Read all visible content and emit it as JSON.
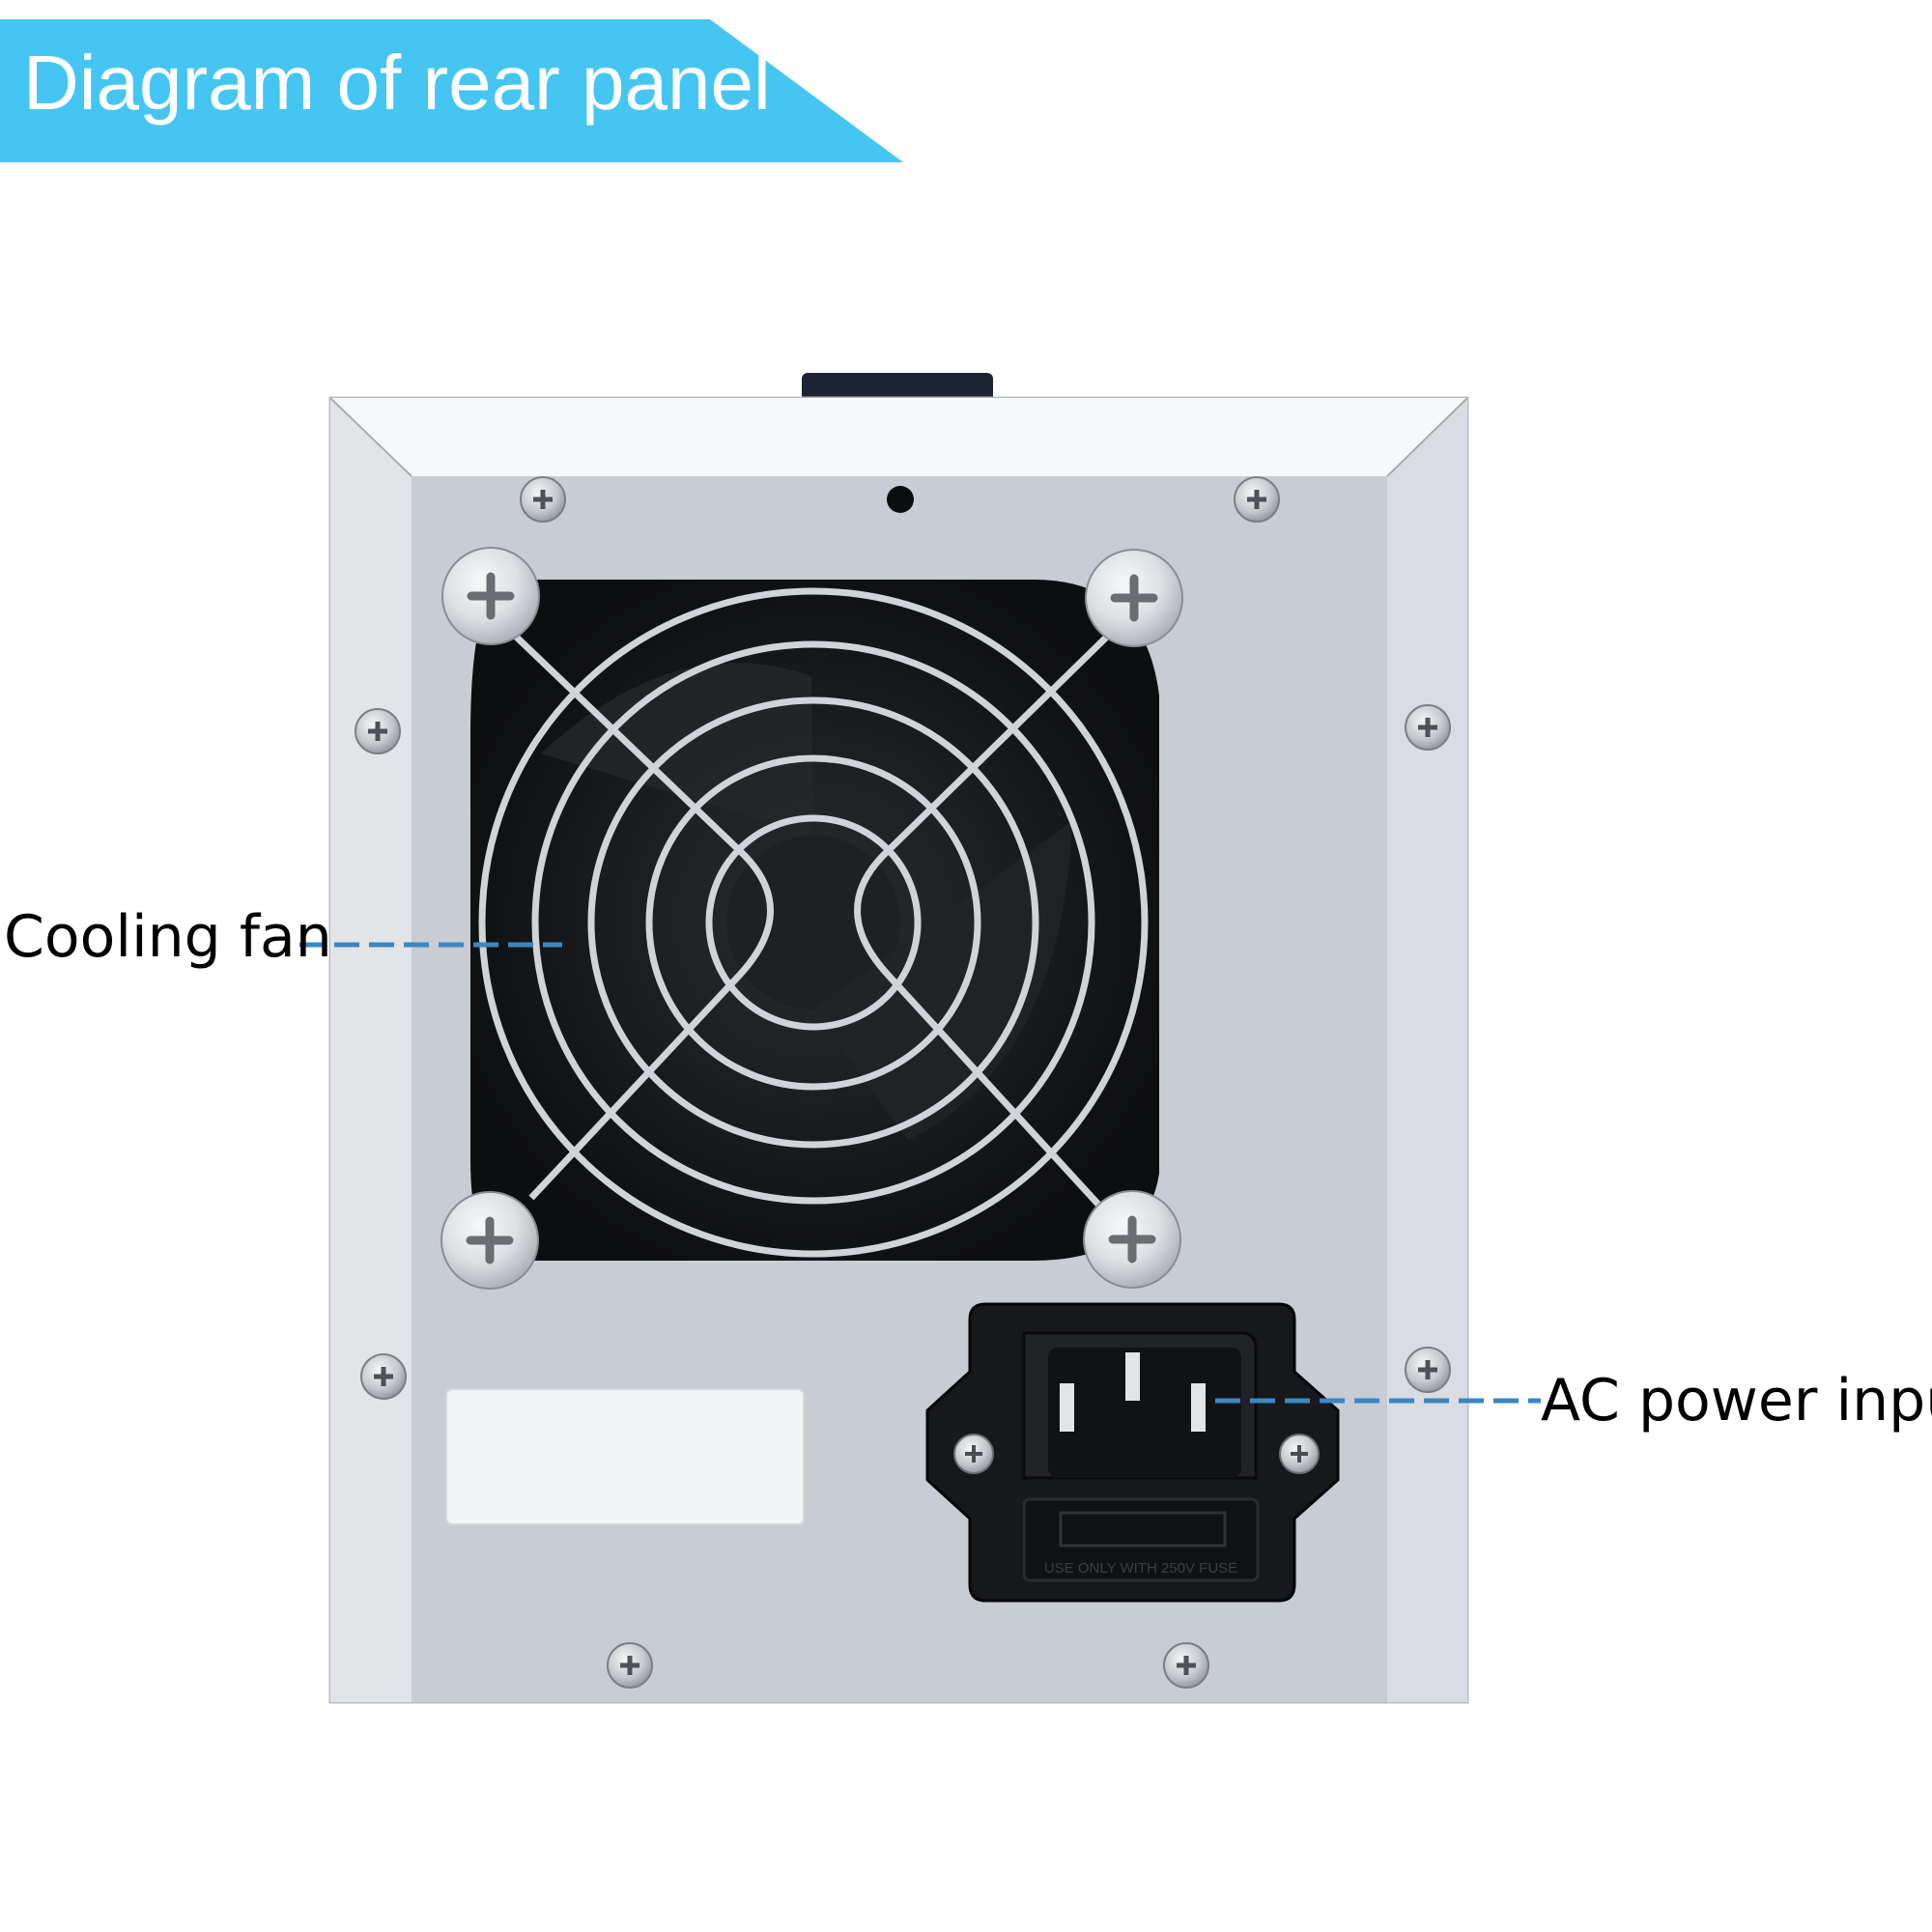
{
  "banner": {
    "title": "Diagram of rear panel"
  },
  "callouts": {
    "cooling_fan": "Cooling fan",
    "ac_power_input": "AC power input"
  },
  "power_inlet": {
    "fuse_text": "USE ONLY WITH 250V FUSE"
  },
  "colors": {
    "banner": "#45c6f2",
    "leader_line": "#3a87c4",
    "frame": "#eceef1",
    "panel": "#c8ccd3",
    "fan": "#141517",
    "grill": "#d0d3d8"
  }
}
